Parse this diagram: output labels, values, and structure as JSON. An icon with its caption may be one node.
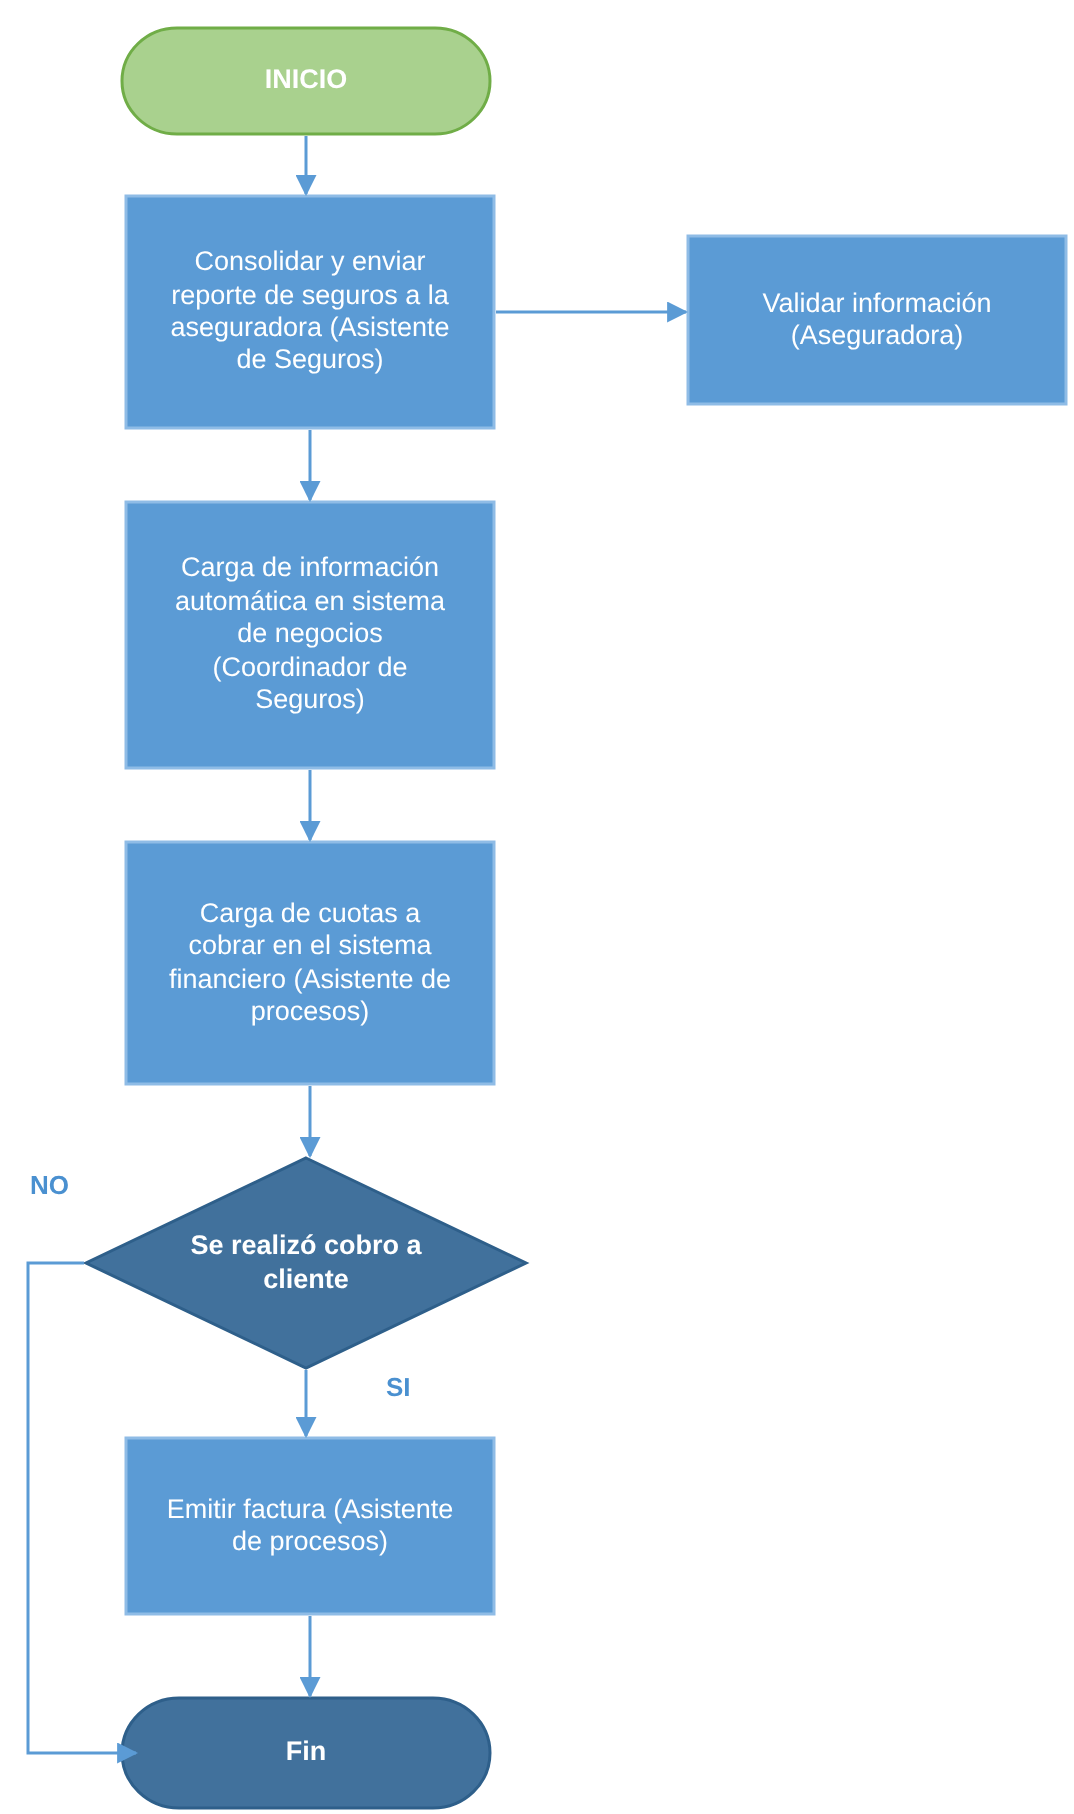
{
  "diagram": {
    "nodes": [
      {
        "text": [
          "INICIO"
        ]
      },
      {
        "text": [
          "Consolidar y enviar reporte de seguros a la aseguradora (Asistente de Seguros)"
        ]
      },
      {
        "text": [
          "Validar información (Aseguradora)"
        ]
      },
      {
        "text": [
          "Carga de información automática en sistema de negocios (Coordinador de Seguros)"
        ]
      },
      {
        "text": [
          "Carga de cuotas a cobrar en el sistema financiero (Asistente de procesos)"
        ]
      },
      {
        "text": [
          "Se realizó cobro a cliente"
        ]
      },
      {
        "text": [
          "Emitir factura (Asistente de procesos)"
        ]
      },
      {
        "text": [
          "Fin"
        ]
      }
    ],
    "edges": [
      {
        "from": 0,
        "to": 1,
        "arrow": "to"
      },
      {
        "from": 1,
        "to": 2,
        "arrow": "to"
      },
      {
        "from": 1,
        "to": 3,
        "arrow": "to"
      },
      {
        "from": 3,
        "to": 4,
        "arrow": "to"
      },
      {
        "from": 4,
        "to": 5,
        "arrow": "to"
      },
      {
        "from": 5,
        "to": 6,
        "arrow": "to",
        "label": "SI"
      },
      {
        "from": 5,
        "to": 7,
        "arrow": "to",
        "label": "NO"
      },
      {
        "from": 6,
        "to": 7,
        "arrow": "to"
      }
    ]
  }
}
